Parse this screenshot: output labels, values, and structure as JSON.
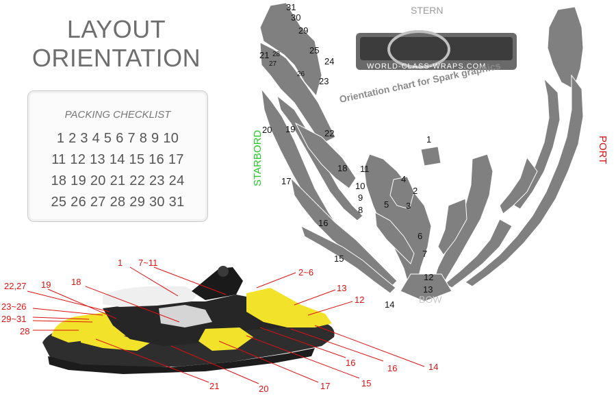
{
  "header": {
    "title_line1": "LAYOUT",
    "title_line2": "ORIENTATION"
  },
  "checklist": {
    "title": "PACKING CHECKLIST",
    "rows": [
      "1 2 3 4 5 6 7 8 9 10",
      "11 12 13 14 15 16 17",
      "18 19 20 21 22 23 24",
      "25 26 27 28 29 30 31"
    ]
  },
  "orientation": {
    "stern": "STERN",
    "bow": "BOW",
    "starboard": "STARBORD",
    "port": "PORT",
    "brand": "WORLD-CLASS-WRAPS.COM",
    "caption": "Orientation chart for Spark graphics"
  },
  "template_labels": [
    "31",
    "30",
    "29",
    "28",
    "27",
    "26",
    "25",
    "24",
    "23",
    "22",
    "21",
    "20",
    "19",
    "18",
    "17",
    "16",
    "15",
    "14",
    "13",
    "12",
    "11",
    "10",
    "9",
    "8",
    "7",
    "6",
    "5",
    "4",
    "3",
    "2",
    "1"
  ],
  "callouts": [
    "1",
    "7~11",
    "2~6",
    "18",
    "19",
    "22,27",
    "23~26",
    "29~31",
    "28",
    "13",
    "12",
    "14",
    "16",
    "16",
    "15",
    "17",
    "20",
    "21"
  ],
  "colors": {
    "template_gray": "#808080",
    "callout_red": "#e01010",
    "ski_yellow": "#f2e22a",
    "hull_dark": "#2e2e2e",
    "starboard_green": "#22cc22"
  }
}
